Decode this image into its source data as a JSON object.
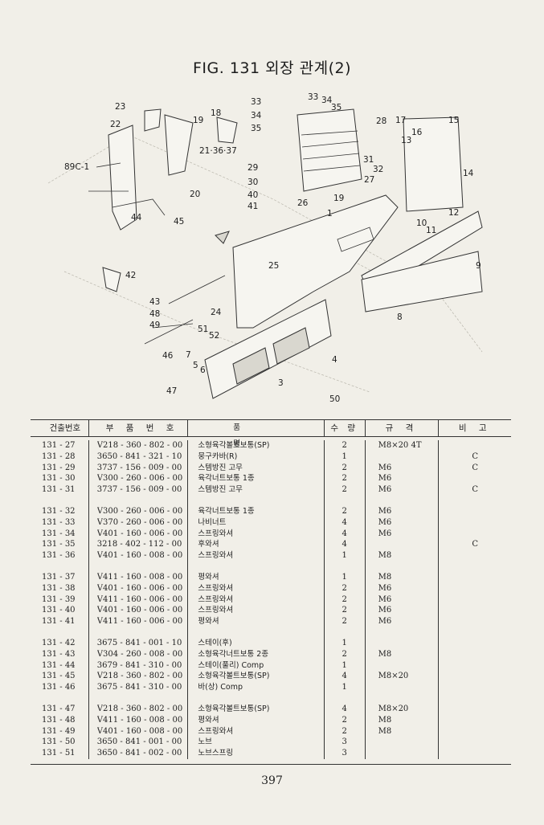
{
  "title": "FIG. 131 외장 관계(2)",
  "callouts": [
    {
      "id": "c23",
      "label": "23"
    },
    {
      "id": "c22",
      "label": "22"
    },
    {
      "id": "c18",
      "label": "18"
    },
    {
      "id": "c19a",
      "label": "19"
    },
    {
      "id": "c213637",
      "label": "21·36·37"
    },
    {
      "id": "c89c1",
      "label": "89C-1"
    },
    {
      "id": "c20",
      "label": "20"
    },
    {
      "id": "c44",
      "label": "44"
    },
    {
      "id": "c45",
      "label": "45"
    },
    {
      "id": "c33a",
      "label": "33"
    },
    {
      "id": "c34a",
      "label": "34"
    },
    {
      "id": "c35a",
      "label": "35"
    },
    {
      "id": "c33b",
      "label": "33"
    },
    {
      "id": "c34b",
      "label": "34"
    },
    {
      "id": "c35b",
      "label": "35"
    },
    {
      "id": "c28",
      "label": "28"
    },
    {
      "id": "c29",
      "label": "29"
    },
    {
      "id": "c30",
      "label": "30"
    },
    {
      "id": "c40",
      "label": "40"
    },
    {
      "id": "c41",
      "label": "41"
    },
    {
      "id": "c19b",
      "label": "19"
    },
    {
      "id": "c31",
      "label": "31"
    },
    {
      "id": "c32",
      "label": "32"
    },
    {
      "id": "c27",
      "label": "27"
    },
    {
      "id": "c17",
      "label": "17"
    },
    {
      "id": "c15",
      "label": "15"
    },
    {
      "id": "c16",
      "label": "16"
    },
    {
      "id": "c13",
      "label": "13"
    },
    {
      "id": "c14",
      "label": "14"
    },
    {
      "id": "c12",
      "label": "12"
    },
    {
      "id": "c10",
      "label": "10"
    },
    {
      "id": "c11",
      "label": "11"
    },
    {
      "id": "c9",
      "label": "9"
    },
    {
      "id": "c26",
      "label": "26"
    },
    {
      "id": "c1",
      "label": "1"
    },
    {
      "id": "c25",
      "label": "25"
    },
    {
      "id": "c42",
      "label": "42"
    },
    {
      "id": "c43",
      "label": "43"
    },
    {
      "id": "c48",
      "label": "48"
    },
    {
      "id": "c49",
      "label": "49"
    },
    {
      "id": "c24",
      "label": "24"
    },
    {
      "id": "c8",
      "label": "8"
    },
    {
      "id": "c51",
      "label": "51"
    },
    {
      "id": "c52",
      "label": "52"
    },
    {
      "id": "c7",
      "label": "7"
    },
    {
      "id": "c46",
      "label": "46"
    },
    {
      "id": "c5",
      "label": "5"
    },
    {
      "id": "c6",
      "label": "6"
    },
    {
      "id": "c4",
      "label": "4"
    },
    {
      "id": "c3",
      "label": "3"
    },
    {
      "id": "c47",
      "label": "47"
    },
    {
      "id": "c50",
      "label": "50"
    }
  ],
  "table": {
    "headers": {
      "no": "건출번호",
      "part_no": "부 품 번 호",
      "name": "품 명",
      "qty": "수 량",
      "spec": "규 격",
      "remark": "비 고"
    },
    "groups": [
      [
        {
          "no": "131 - 27",
          "part_no": "V218 - 360 - 802 - 00",
          "name": "소형육각볼트보통(SP)",
          "qty": "2",
          "spec": "M8×20 4T",
          "remark": ""
        },
        {
          "no": "131 - 28",
          "part_no": "3650 - 841 - 321 - 10",
          "name": "뭉구카바(R)",
          "qty": "1",
          "spec": "",
          "remark": "C"
        },
        {
          "no": "131 - 29",
          "part_no": "3737 - 156 - 009 - 00",
          "name": "스템방진 고무",
          "qty": "2",
          "spec": "M6",
          "remark": "C"
        },
        {
          "no": "131 - 30",
          "part_no": "V300 - 260 - 006 - 00",
          "name": "육각너트보통 1종",
          "qty": "2",
          "spec": "M6",
          "remark": ""
        },
        {
          "no": "131 - 31",
          "part_no": "3737 - 156 - 009 - 00",
          "name": "스템방진 고무",
          "qty": "2",
          "spec": "M6",
          "remark": "C"
        }
      ],
      [
        {
          "no": "131 - 32",
          "part_no": "V300 - 260 - 006 - 00",
          "name": "육각너트보통 1종",
          "qty": "2",
          "spec": "M6",
          "remark": ""
        },
        {
          "no": "131 - 33",
          "part_no": "V370 - 260 - 006 - 00",
          "name": "나비너트",
          "qty": "4",
          "spec": "M6",
          "remark": ""
        },
        {
          "no": "131 - 34",
          "part_no": "V401 - 160 - 006 - 00",
          "name": "스프링와셔",
          "qty": "4",
          "spec": "M6",
          "remark": ""
        },
        {
          "no": "131 - 35",
          "part_no": "3218 - 402 - 112 - 00",
          "name": "후와셔",
          "qty": "4",
          "spec": "",
          "remark": "C"
        },
        {
          "no": "131 - 36",
          "part_no": "V401 - 160 - 008 - 00",
          "name": "스프링와셔",
          "qty": "1",
          "spec": "M8",
          "remark": ""
        }
      ],
      [
        {
          "no": "131 - 37",
          "part_no": "V411 - 160 - 008 - 00",
          "name": "평와셔",
          "qty": "1",
          "spec": "M8",
          "remark": ""
        },
        {
          "no": "131 - 38",
          "part_no": "V401 - 160 - 006 - 00",
          "name": "스프링와셔",
          "qty": "2",
          "spec": "M6",
          "remark": ""
        },
        {
          "no": "131 - 39",
          "part_no": "V411 - 160 - 006 - 00",
          "name": "스프링와셔",
          "qty": "2",
          "spec": "M6",
          "remark": ""
        },
        {
          "no": "131 - 40",
          "part_no": "V401 - 160 - 006 - 00",
          "name": "스프링와셔",
          "qty": "2",
          "spec": "M6",
          "remark": ""
        },
        {
          "no": "131 - 41",
          "part_no": "V411 - 160 - 006 - 00",
          "name": "평와셔",
          "qty": "2",
          "spec": "M6",
          "remark": ""
        }
      ],
      [
        {
          "no": "131 - 42",
          "part_no": "3675 - 841 - 001 - 10",
          "name": "스테이(후)",
          "qty": "1",
          "spec": "",
          "remark": ""
        },
        {
          "no": "131 - 43",
          "part_no": "V304 - 260 - 008 - 00",
          "name": "소형육각너트보통 2종",
          "qty": "2",
          "spec": "M8",
          "remark": ""
        },
        {
          "no": "131 - 44",
          "part_no": "3679 - 841 - 310 - 00",
          "name": "스테이(풀리) Comp",
          "qty": "1",
          "spec": "",
          "remark": ""
        },
        {
          "no": "131 - 45",
          "part_no": "V218 - 360 - 802 - 00",
          "name": "소형육각볼트보통(SP)",
          "qty": "4",
          "spec": "M8×20",
          "remark": ""
        },
        {
          "no": "131 - 46",
          "part_no": "3675 - 841 - 310 - 00",
          "name": "바(상) Comp",
          "qty": "1",
          "spec": "",
          "remark": ""
        }
      ],
      [
        {
          "no": "131 - 47",
          "part_no": "V218 - 360 - 802 - 00",
          "name": "소형육각볼트보통(SP)",
          "qty": "4",
          "spec": "M8×20",
          "remark": ""
        },
        {
          "no": "131 - 48",
          "part_no": "V411 - 160 - 008 - 00",
          "name": "평와셔",
          "qty": "2",
          "spec": "M8",
          "remark": ""
        },
        {
          "no": "131 - 49",
          "part_no": "V401 - 160 - 008 - 00",
          "name": "스프링와셔",
          "qty": "2",
          "spec": "M8",
          "remark": ""
        },
        {
          "no": "131 - 50",
          "part_no": "3650 - 841 - 001 - 00",
          "name": "노브",
          "qty": "3",
          "spec": "",
          "remark": ""
        },
        {
          "no": "131 - 51",
          "part_no": "3650 - 841 - 002 - 00",
          "name": "노브스프링",
          "qty": "3",
          "spec": "",
          "remark": ""
        }
      ]
    ]
  },
  "page_number": "397"
}
